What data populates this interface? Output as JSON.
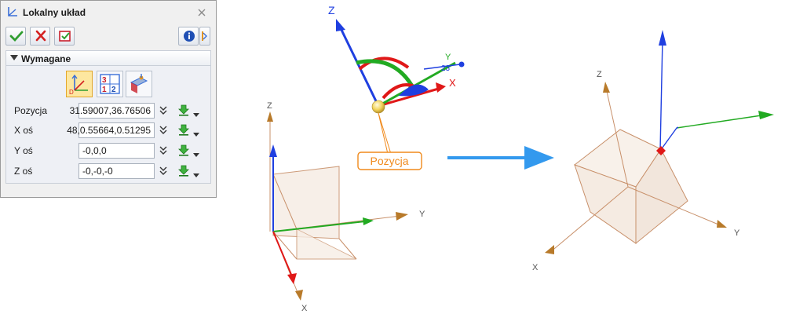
{
  "dialog": {
    "title": "Lokalny układ",
    "icons": {
      "title": "local-csys-icon",
      "close": "close-icon",
      "ok": "checkmark-icon",
      "cancel": "cross-icon",
      "apply": "apply-icon",
      "info": "info-icon",
      "more": "more-icon"
    },
    "section": {
      "title": "Wymagane",
      "modes": [
        "axes-triad-icon",
        "number-grid-icon",
        "face-csys-icon"
      ],
      "rows": [
        {
          "label": "Pozycja",
          "value": "31.59007,36.76506"
        },
        {
          "label": "X oś",
          "value": "48,0.55664,0.51295"
        },
        {
          "label": "Y oś",
          "value": "-0,0,0"
        },
        {
          "label": "Z oś",
          "value": "-0,-0,-0"
        }
      ],
      "row_icons": [
        "double-chevron-down-icon",
        "green-download-icon",
        "dropdown-arrow-icon"
      ]
    }
  },
  "viewport": {
    "callout_label": "Pozycja",
    "triad_labels": {
      "x": "X",
      "y": "Y",
      "z": "Z",
      "rotation_value": "23"
    },
    "before_axes": {
      "x": "X",
      "y": "Y",
      "z": "Z"
    },
    "after_axes": {
      "x": "X",
      "y": "Y",
      "z": "Z"
    }
  },
  "colors": {
    "x_axis": "#e01818",
    "y_axis": "#22aa22",
    "z_axis": "#1f3fe0",
    "arrow": "#3399ee",
    "callout": "#f08a1c",
    "wireframe": "#c8906a"
  }
}
